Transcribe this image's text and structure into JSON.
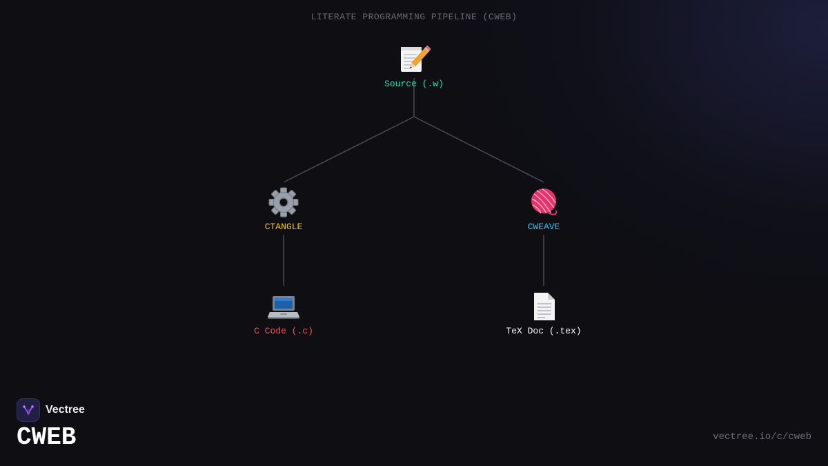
{
  "diagram": {
    "title": "LITERATE PROGRAMMING PIPELINE (CWEB)",
    "nodes": [
      {
        "id": "source",
        "label": "Source (.w)",
        "icon": "memo-icon",
        "color": "#2de0b4"
      },
      {
        "id": "ctangle",
        "label": "CTANGLE",
        "icon": "gear-icon",
        "color": "#f5c518"
      },
      {
        "id": "cweave",
        "label": "CWEAVE",
        "icon": "yarn-icon",
        "color": "#2ec4f1"
      },
      {
        "id": "ccode",
        "label": "C Code (.c)",
        "icon": "laptop-icon",
        "color": "#ff4d5a"
      },
      {
        "id": "texdoc",
        "label": "TeX Doc (.tex)",
        "icon": "document-icon",
        "color": "#ffffff"
      }
    ],
    "edges": [
      {
        "from": "source",
        "to": "ctangle"
      },
      {
        "from": "source",
        "to": "cweave"
      },
      {
        "from": "ctangle",
        "to": "ccode"
      },
      {
        "from": "cweave",
        "to": "texdoc"
      }
    ]
  },
  "footer": {
    "brand": "Vectree",
    "brand_icon": "vectree-logo-icon",
    "product": "CWEB",
    "url": "vectree.io/c/cweb"
  }
}
